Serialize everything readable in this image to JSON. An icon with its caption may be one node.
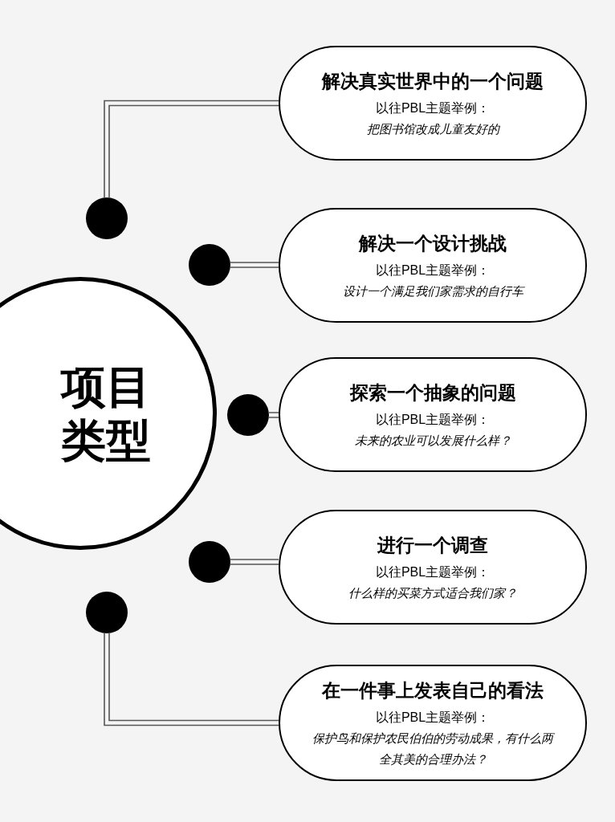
{
  "diagram": {
    "nodes": [
      {
        "text": [
          "项目类型"
        ]
      },
      {
        "text": [
          "解决真实世界中的一个问题",
          "以往PBL主题举例：",
          "把图书馆改成儿童友好的"
        ]
      },
      {
        "text": [
          "解决一个设计挑战",
          "以往PBL主题举例：",
          "设计一个满足我们家需求的自行车"
        ]
      },
      {
        "text": [
          "探索一个抽象的问题",
          "以往PBL主题举例：",
          "未来的农业可以发展什么样？"
        ]
      },
      {
        "text": [
          "进行一个调查",
          "以往PBL主题举例：",
          "什么样的买菜方式适合我们家？"
        ]
      },
      {
        "text": [
          "在一件事上发表自己的看法",
          "以往PBL主题举例：",
          "保护鸟和保护农民伯伯的劳动成果，有什么两全其美的合理办法？"
        ]
      },
      {
        "text": [],
        "shape": "circle"
      },
      {
        "text": [],
        "shape": "circle"
      },
      {
        "text": [],
        "shape": "circle"
      },
      {
        "text": [],
        "shape": "circle"
      },
      {
        "text": [],
        "shape": "circle"
      }
    ],
    "edges": [
      {
        "from": 6,
        "to": 1,
        "arrow": "none"
      },
      {
        "from": 7,
        "to": 2,
        "arrow": "none"
      },
      {
        "from": 8,
        "to": 3,
        "arrow": "none"
      },
      {
        "from": 9,
        "to": 4,
        "arrow": "none"
      },
      {
        "from": 10,
        "to": 5,
        "arrow": "none"
      }
    ]
  }
}
